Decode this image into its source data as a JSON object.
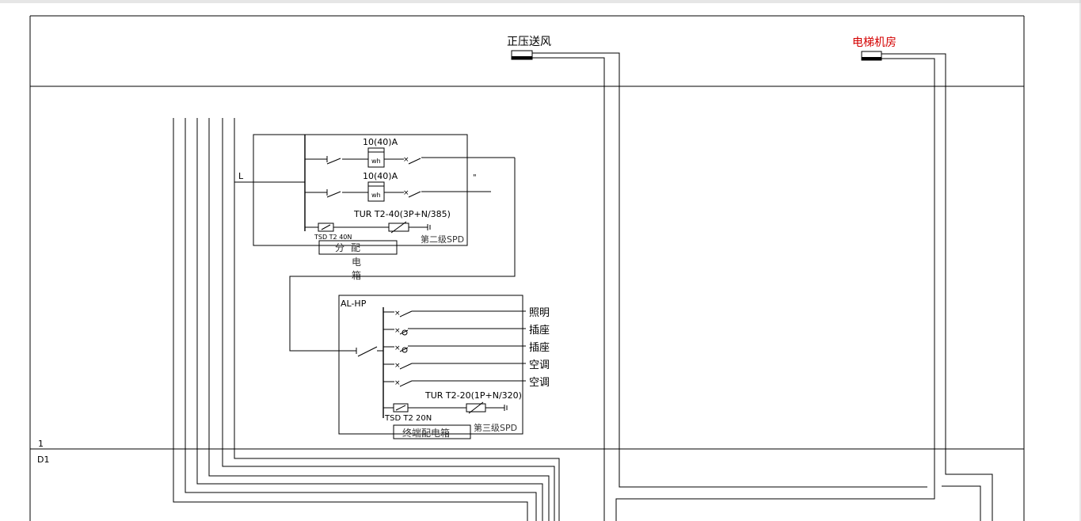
{
  "top_labels": {
    "pressurized_air": "正压送风",
    "elevator_room": "电梯机房"
  },
  "row_labels": {
    "one": "1",
    "d1": "D1"
  },
  "distribution_box": {
    "phase_label": "L",
    "meter1_rating": "10(40)A",
    "meter2_rating": "10(40)A",
    "meter_symbol": "wh",
    "quote_mark": "\"",
    "spd_model": "TUR T2-40(3P+N/385)",
    "tsd_model": "TSD T2 40N",
    "title_chars": [
      "分",
      "配",
      "电",
      "箱"
    ],
    "spd_level": "第二级SPD"
  },
  "terminal_box": {
    "name": "AL-HP",
    "circuits": [
      "照明",
      "插座",
      "插座",
      "空调",
      "空调"
    ],
    "spd_model": "TUR T2-20(1P+N/320)",
    "tsd_model": "TSD T2 20N",
    "title": "终端配电箱",
    "spd_level": "第三级SPD"
  },
  "colors": {
    "line": "#000000",
    "highlight_label": "#d40000",
    "page_background": "#ffffff"
  }
}
